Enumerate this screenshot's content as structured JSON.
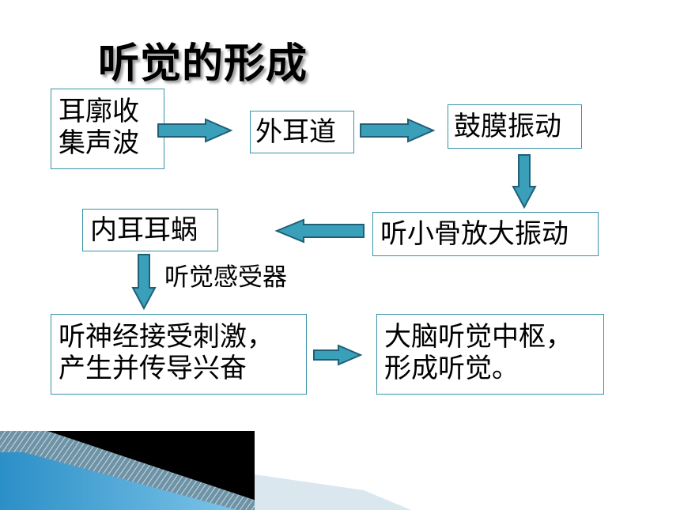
{
  "title": "听觉的形成",
  "nodes": {
    "pinna": [
      "耳廓收",
      "集声波"
    ],
    "ear_canal": [
      "外耳道"
    ],
    "eardrum": [
      "鼓膜振动"
    ],
    "ossicles": [
      "听小骨放大振动"
    ],
    "cochlea": [
      "内耳耳蜗"
    ],
    "nerve": [
      "听神经接受刺激，",
      "产生并传导兴奋"
    ],
    "cortex": [
      "大脑听觉中枢，",
      "形成听觉。"
    ]
  },
  "edge_labels": {
    "cochlea_to_nerve": "听觉感受器"
  },
  "colors": {
    "box_border": "#3a93a8",
    "arrow_fill": "#3aa0ba",
    "arrow_stroke": "#1f5f78"
  }
}
